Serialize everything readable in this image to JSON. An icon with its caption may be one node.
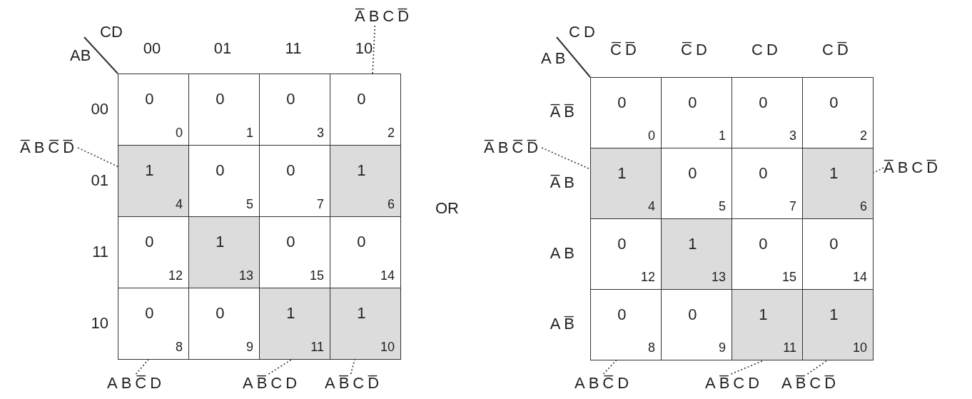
{
  "diagram": {
    "nodes": [
      {
        "text": [
          "A̅BCD̅"
        ]
      },
      {
        "text": [
          "A̅BC̅D̅"
        ]
      },
      {
        "text": [
          "0",
          "0"
        ]
      },
      {
        "text": [
          "0",
          "1"
        ]
      },
      {
        "text": [
          "0",
          "3"
        ]
      },
      {
        "text": [
          "0",
          "2"
        ]
      },
      {
        "text": [
          "1",
          "4"
        ]
      },
      {
        "text": [
          "0",
          "5"
        ]
      },
      {
        "text": [
          "0",
          "7"
        ]
      },
      {
        "text": [
          "1",
          "6"
        ]
      },
      {
        "text": [
          "0",
          "12"
        ]
      },
      {
        "text": [
          "1",
          "13"
        ]
      },
      {
        "text": [
          "0",
          "15"
        ]
      },
      {
        "text": [
          "0",
          "14"
        ]
      },
      {
        "text": [
          "0",
          "8"
        ]
      },
      {
        "text": [
          "0",
          "9"
        ]
      },
      {
        "text": [
          "1",
          "11"
        ]
      },
      {
        "text": [
          "1",
          "10"
        ]
      },
      {
        "text": [
          "ABC̅D"
        ]
      },
      {
        "text": [
          "AB̅CD"
        ]
      },
      {
        "text": [
          "AB̅CD̅"
        ]
      },
      {
        "text": [
          "A̅BC̅D̅"
        ]
      },
      {
        "text": [
          "A̅BCD̅"
        ]
      },
      {
        "text": [
          "0",
          "0"
        ]
      },
      {
        "text": [
          "0",
          "1"
        ]
      },
      {
        "text": [
          "0",
          "3"
        ]
      },
      {
        "text": [
          "0",
          "2"
        ]
      },
      {
        "text": [
          "1",
          "4"
        ]
      },
      {
        "text": [
          "0",
          "5"
        ]
      },
      {
        "text": [
          "0",
          "7"
        ]
      },
      {
        "text": [
          "1",
          "6"
        ]
      },
      {
        "text": [
          "0",
          "12"
        ]
      },
      {
        "text": [
          "1",
          "13"
        ]
      },
      {
        "text": [
          "0",
          "15"
        ]
      },
      {
        "text": [
          "0",
          "14"
        ]
      },
      {
        "text": [
          "0",
          "8"
        ]
      },
      {
        "text": [
          "0",
          "9"
        ]
      },
      {
        "text": [
          "1",
          "11"
        ]
      },
      {
        "text": [
          "1",
          "10"
        ]
      },
      {
        "text": [
          "ABC̅D"
        ]
      },
      {
        "text": [
          "AB̅CD"
        ]
      },
      {
        "text": [
          "AB̅CD̅"
        ]
      }
    ],
    "edges": [
      {
        "from": 0,
        "to": 9,
        "arrow": "none"
      },
      {
        "from": 1,
        "to": 6,
        "arrow": "none"
      },
      {
        "from": 18,
        "to": 11,
        "arrow": "none"
      },
      {
        "from": 19,
        "to": 16,
        "arrow": "none"
      },
      {
        "from": 20,
        "to": 17,
        "arrow": "none"
      },
      {
        "from": 21,
        "to": 27,
        "arrow": "none"
      },
      {
        "from": 22,
        "to": 30,
        "arrow": "none"
      },
      {
        "from": 39,
        "to": 32,
        "arrow": "none"
      },
      {
        "from": 40,
        "to": 37,
        "arrow": "none"
      },
      {
        "from": 41,
        "to": 38,
        "arrow": "none"
      }
    ],
    "labels": [
      "CD",
      "AB",
      "00",
      "01",
      "11",
      "10",
      "00",
      "01",
      "11",
      "10",
      "OR",
      "CD",
      "AB",
      "C̅D̅",
      "C̅D",
      "CD",
      "CD̅",
      "A̅B̅",
      "A̅B",
      "AB",
      "AB̅"
    ]
  }
}
